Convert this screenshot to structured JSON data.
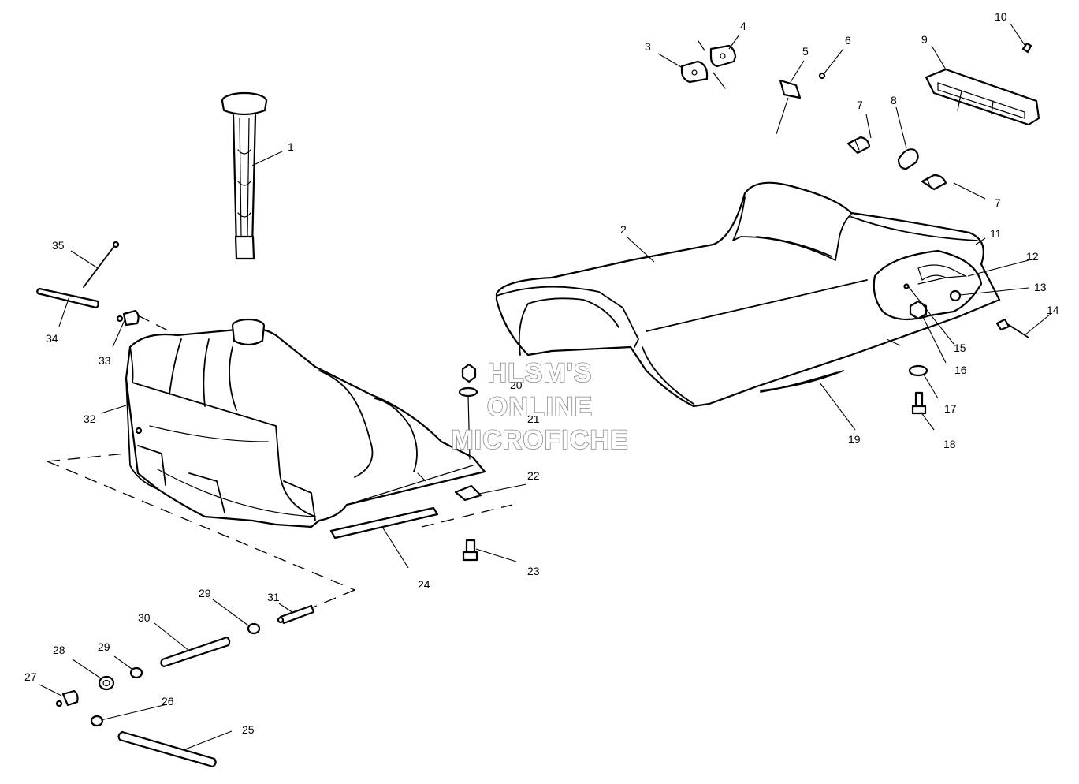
{
  "watermark": {
    "line1": "HLSM'S",
    "line2": "ONLINE",
    "line3": "MICROFICHE"
  },
  "callouts": [
    "1",
    "2",
    "3",
    "4",
    "5",
    "6",
    "7",
    "8",
    "9",
    "10",
    "11",
    "12",
    "13",
    "14",
    "15",
    "16",
    "17",
    "18",
    "19",
    "20",
    "21",
    "22",
    "23",
    "24",
    "25",
    "26",
    "27",
    "28",
    "29",
    "30",
    "31",
    "32",
    "33",
    "34",
    "35",
    "7",
    "29"
  ]
}
